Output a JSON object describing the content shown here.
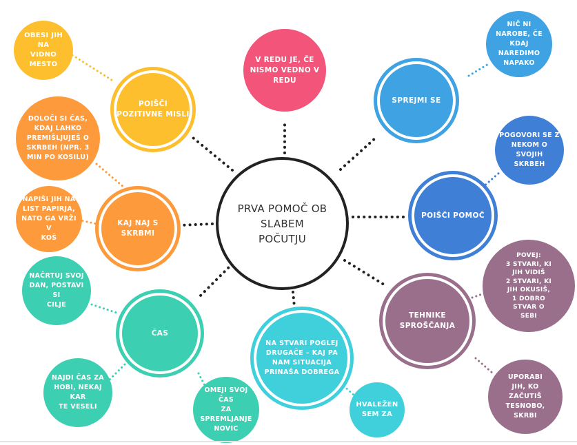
{
  "center": {
    "label": "PRVA POMOČ OB SLABEM\nPOČUTJU"
  },
  "colors": {
    "yellow": "#fdbf2d",
    "orange": "#fd9a3b",
    "pink": "#f2547a",
    "blue": "#3fa2e2",
    "royal_blue": "#3f7fd6",
    "teal": "#3dcfb1",
    "cyan": "#3fd0dc",
    "mauve": "#9a6f8c",
    "center_border": "#222222"
  },
  "branches": {
    "positive": {
      "label": "POIŠČI\nPOZITIVNE MISLI"
    },
    "worries": {
      "label": "KAJ NAJ S\nSKRBMI"
    },
    "time": {
      "label": "ČAS"
    },
    "okay": {
      "label": "V REDU JE, ČE\nNISMO VEDNO V\nREDU"
    },
    "accept": {
      "label": "SPREJMI SE"
    },
    "help": {
      "label": "POIŠČI POMOČ"
    },
    "relax": {
      "label": "TEHNIKE\nSPROŠČANJA"
    },
    "perspective": {
      "label": "NA STVARI POGLEJ\nDRUGAČE – KAJ PA\nNAM SITUACIJA\nPRINAŠA DOBREGA"
    }
  },
  "leaves": {
    "hang": "OBESI JIH NA\nVIDNO MESTO",
    "schedule": "DOLOČI SI ČAS,\nKDAJ LAHKO\nPREMIŠLJUJEŠ O\nSKRBEH (NPR. 3\nMIN PO KOSILU)",
    "write": "NAPIŠI JIH NA\nLIST PAPIRJA,\nNATO GA VRŽI V\nKOŠ",
    "plan": "NAČRTUJ SVOJ\nDAN, POSTAVI SI\nCILJE",
    "hobby": "NAJDI ČAS ZA\nHOBI, NEKAJ KAR\nTE VESELI",
    "news": "OMEJI SVOJ ČAS\nZA SPREMLJANJE\nNOVIC",
    "grateful": "HVALEŽEN\nSEM ZA",
    "mistake": "NIČ NI\nNAROBE, ČE\nKDAJ\nNAREDIMO\nNAPAKO",
    "talk": "POGOVORI SE Z\nNEKOM O SVOJIH\nSKRBEH",
    "tell": "POVEJ:\n3 STVARI, KI\nJIH VIDIŠ\n2 STVARI, KI\nJIH OKUSIŠ,\n1 DOBRO\nSTVAR O\nSEBI",
    "use": "UPORABI\nJIH, KO\nZAČUTIŠ\nTESNOBO,\nSKRBI"
  }
}
